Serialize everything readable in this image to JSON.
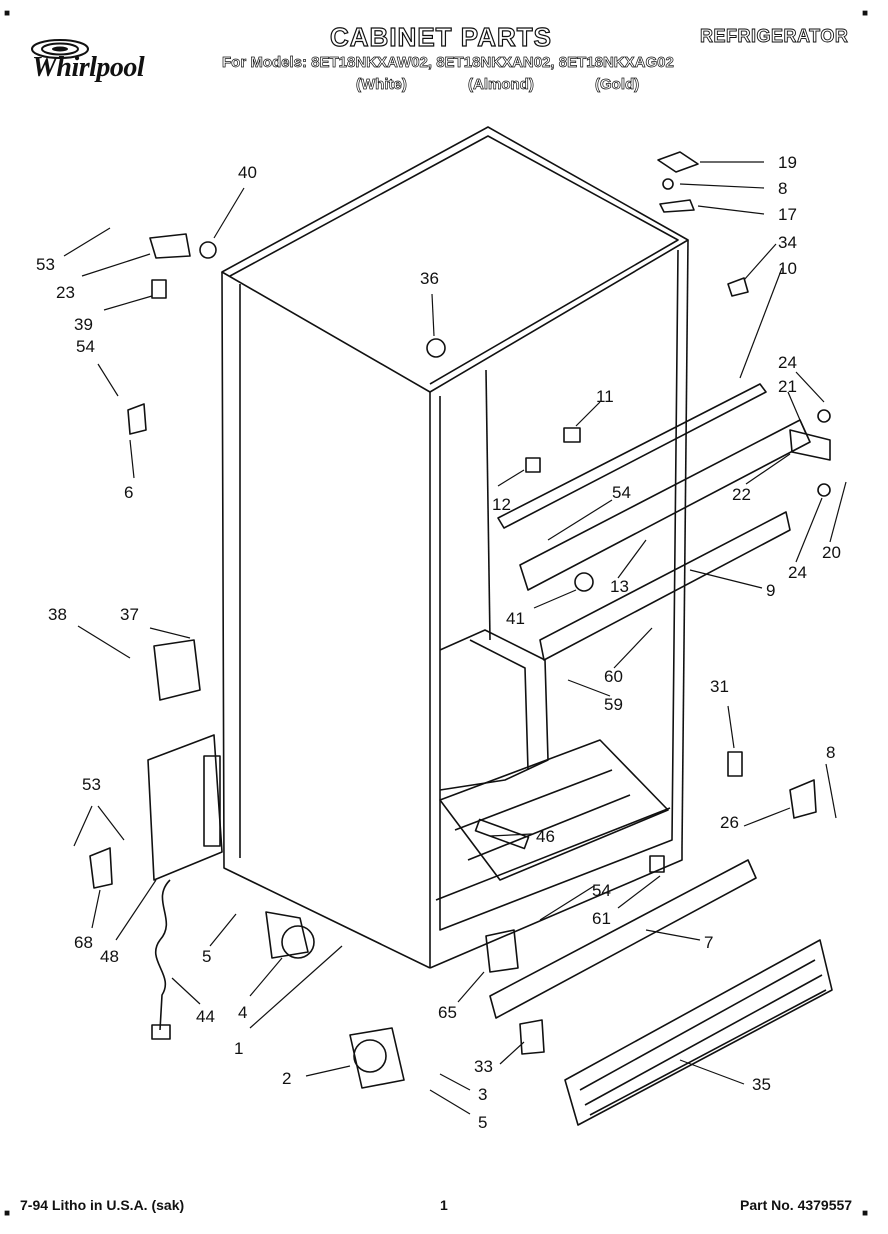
{
  "header": {
    "brand": "Whirlpool",
    "title": "CABINET PARTS",
    "product": "REFRIGERATOR",
    "models_label": "For Models: 8ET18NKXAW02, 8ET18NKXAN02, 8ET18NKXAG02",
    "colors": [
      "(White)",
      "(Almond)",
      "(Gold)"
    ]
  },
  "callouts": [
    "40",
    "53",
    "23",
    "39",
    "54",
    "6",
    "19",
    "8",
    "17",
    "34",
    "10",
    "36",
    "11",
    "12",
    "54",
    "24",
    "21",
    "22",
    "20",
    "24",
    "13",
    "9",
    "41",
    "60",
    "59",
    "38",
    "37",
    "31",
    "8",
    "26",
    "53",
    "46",
    "68",
    "48",
    "54",
    "61",
    "7",
    "5",
    "4",
    "44",
    "65",
    "1",
    "33",
    "35",
    "2",
    "3",
    "5"
  ],
  "footer": {
    "left": "7-94 Litho in U.S.A. (sak)",
    "page": "1",
    "part_number": "Part No. 4379557"
  },
  "corners": {
    "tl": "■",
    "tr": "■",
    "bl": "■",
    "br": "■"
  }
}
